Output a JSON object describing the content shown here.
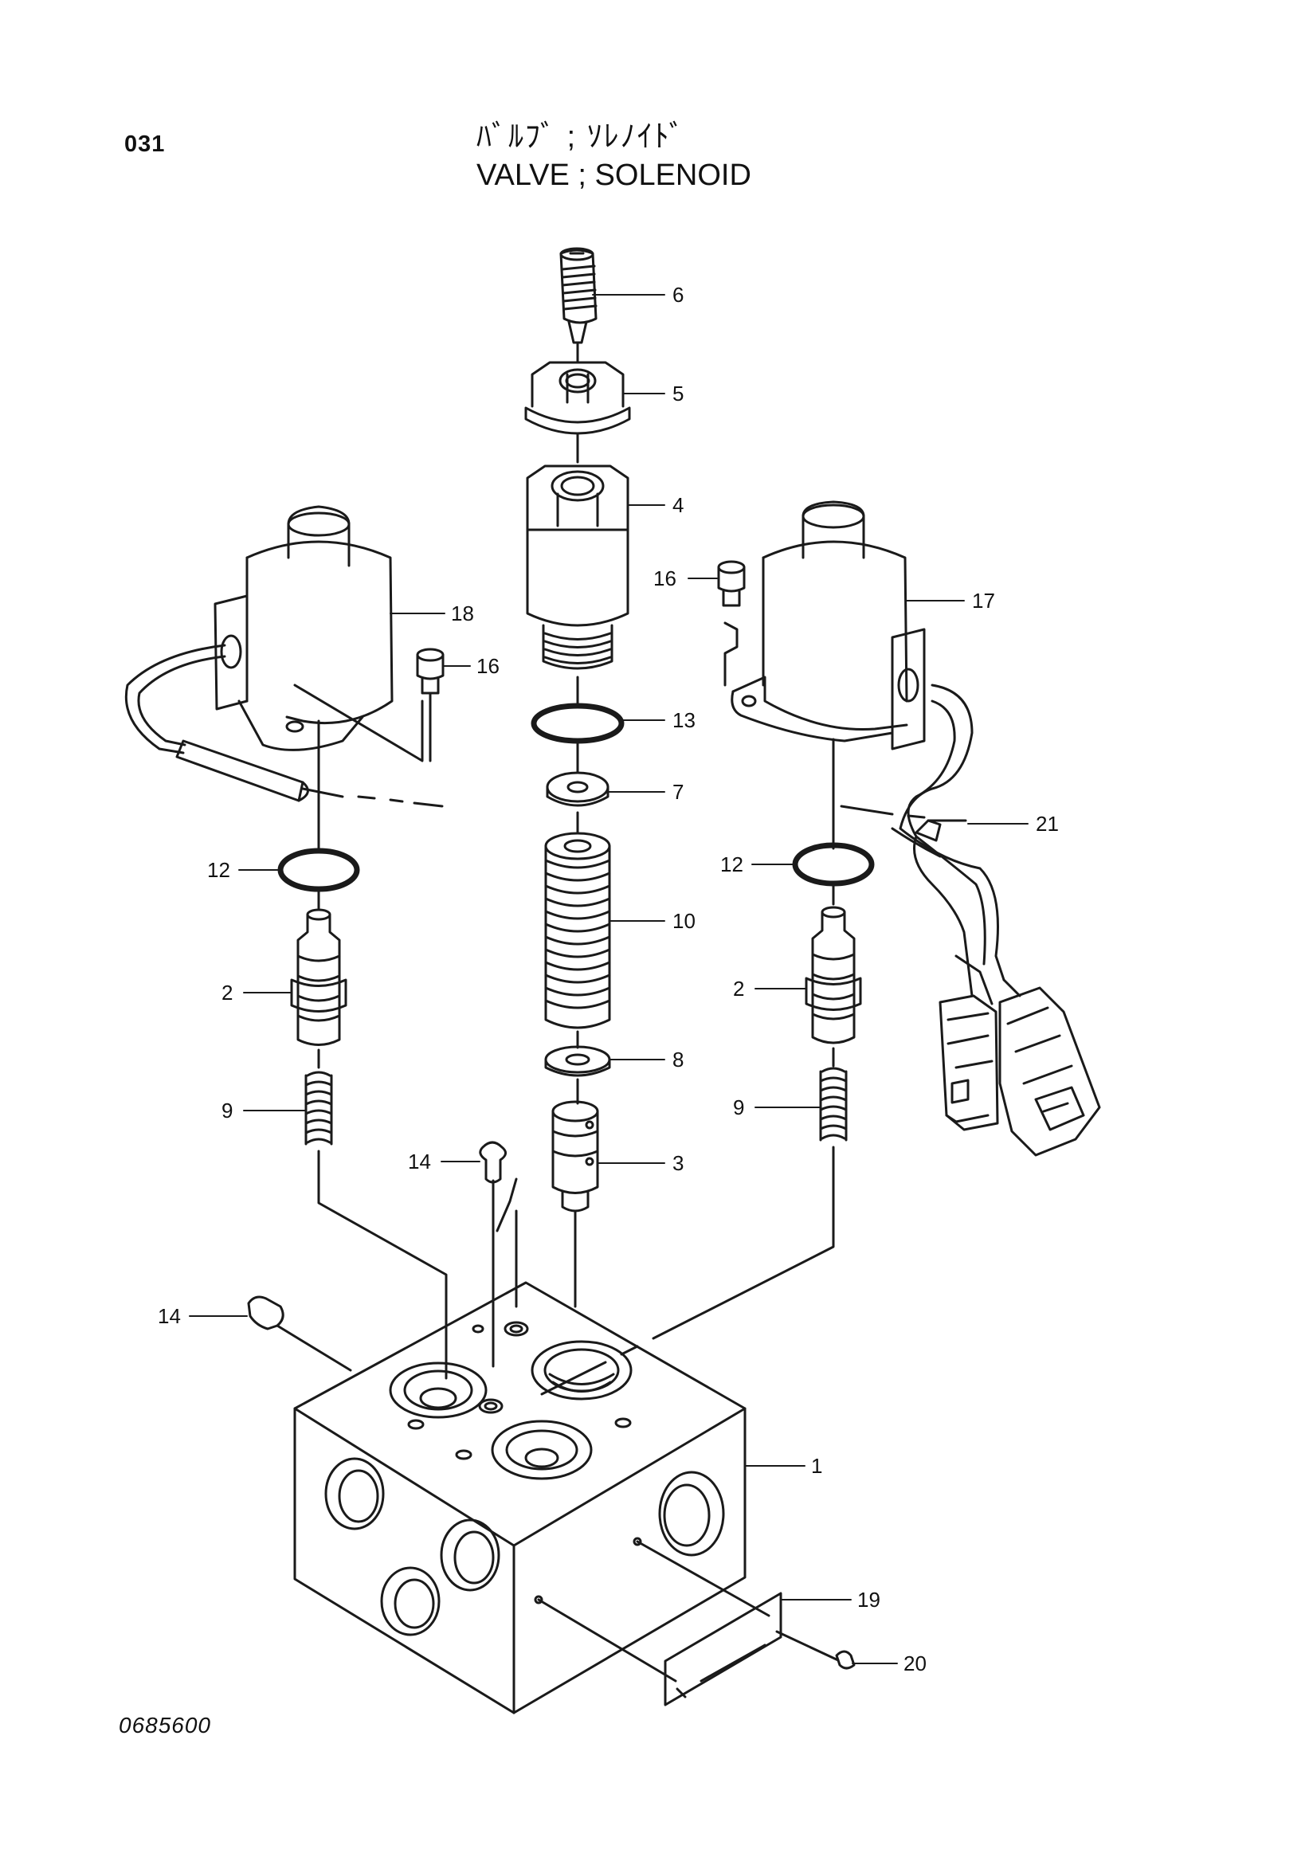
{
  "header": {
    "page_number": "031",
    "title_jp": "ﾊﾞﾙﾌﾞ ; ｿﾚﾉｲﾄﾞ",
    "title_en": "VALVE ; SOLENOID"
  },
  "footer": {
    "drawing_number": "0685600"
  },
  "callouts": {
    "c1": "1",
    "c2a": "2",
    "c2b": "2",
    "c3": "3",
    "c4": "4",
    "c5": "5",
    "c6": "6",
    "c7": "7",
    "c8": "8",
    "c9a": "9",
    "c9b": "9",
    "c10": "10",
    "c12a": "12",
    "c12b": "12",
    "c13": "13",
    "c14a": "14",
    "c14b": "14",
    "c16a": "16",
    "c16b": "16",
    "c17": "17",
    "c18": "18",
    "c19": "19",
    "c20": "20",
    "c21": "21"
  }
}
